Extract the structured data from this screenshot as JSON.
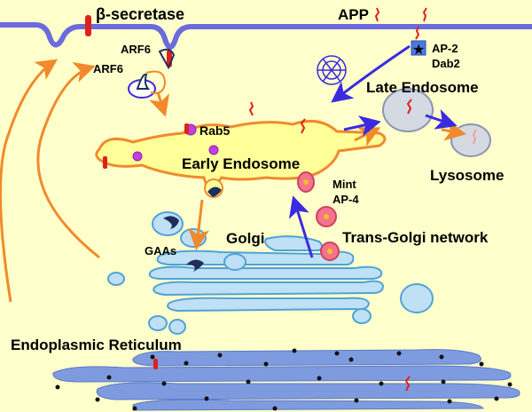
{
  "labels": {
    "beta_secretase": "β-secretase",
    "app": "APP",
    "arf6_upper": "ARF6",
    "arf6_lower": "ARF6",
    "ap2": "AP-2",
    "dab2": "Dab2",
    "rab5": "Rab5",
    "late_endosome": "Late Endosome",
    "early_endosome": "Early Endosome",
    "lysosome": "Lysosome",
    "mint": "Mint",
    "ap4": "AP-4",
    "golgi": "Golgi",
    "trans_golgi": "Trans-Golgi network",
    "gaas": "GAAs",
    "er": "Endoplasmic Reticulum"
  },
  "colors": {
    "background": "#FFFFCC",
    "membrane": "#6B6BDE",
    "orange_arrow": "#F08A2C",
    "blue_arrow": "#3A2BE0",
    "organelle_fill": "#BFE0F5",
    "organelle_stroke": "#4FA3D8",
    "er_fill": "#7E9BE0",
    "endosome_fill": "#FFFF99",
    "app_red": "#E0201C",
    "late_endosome_fill": "#D5D9E2"
  }
}
